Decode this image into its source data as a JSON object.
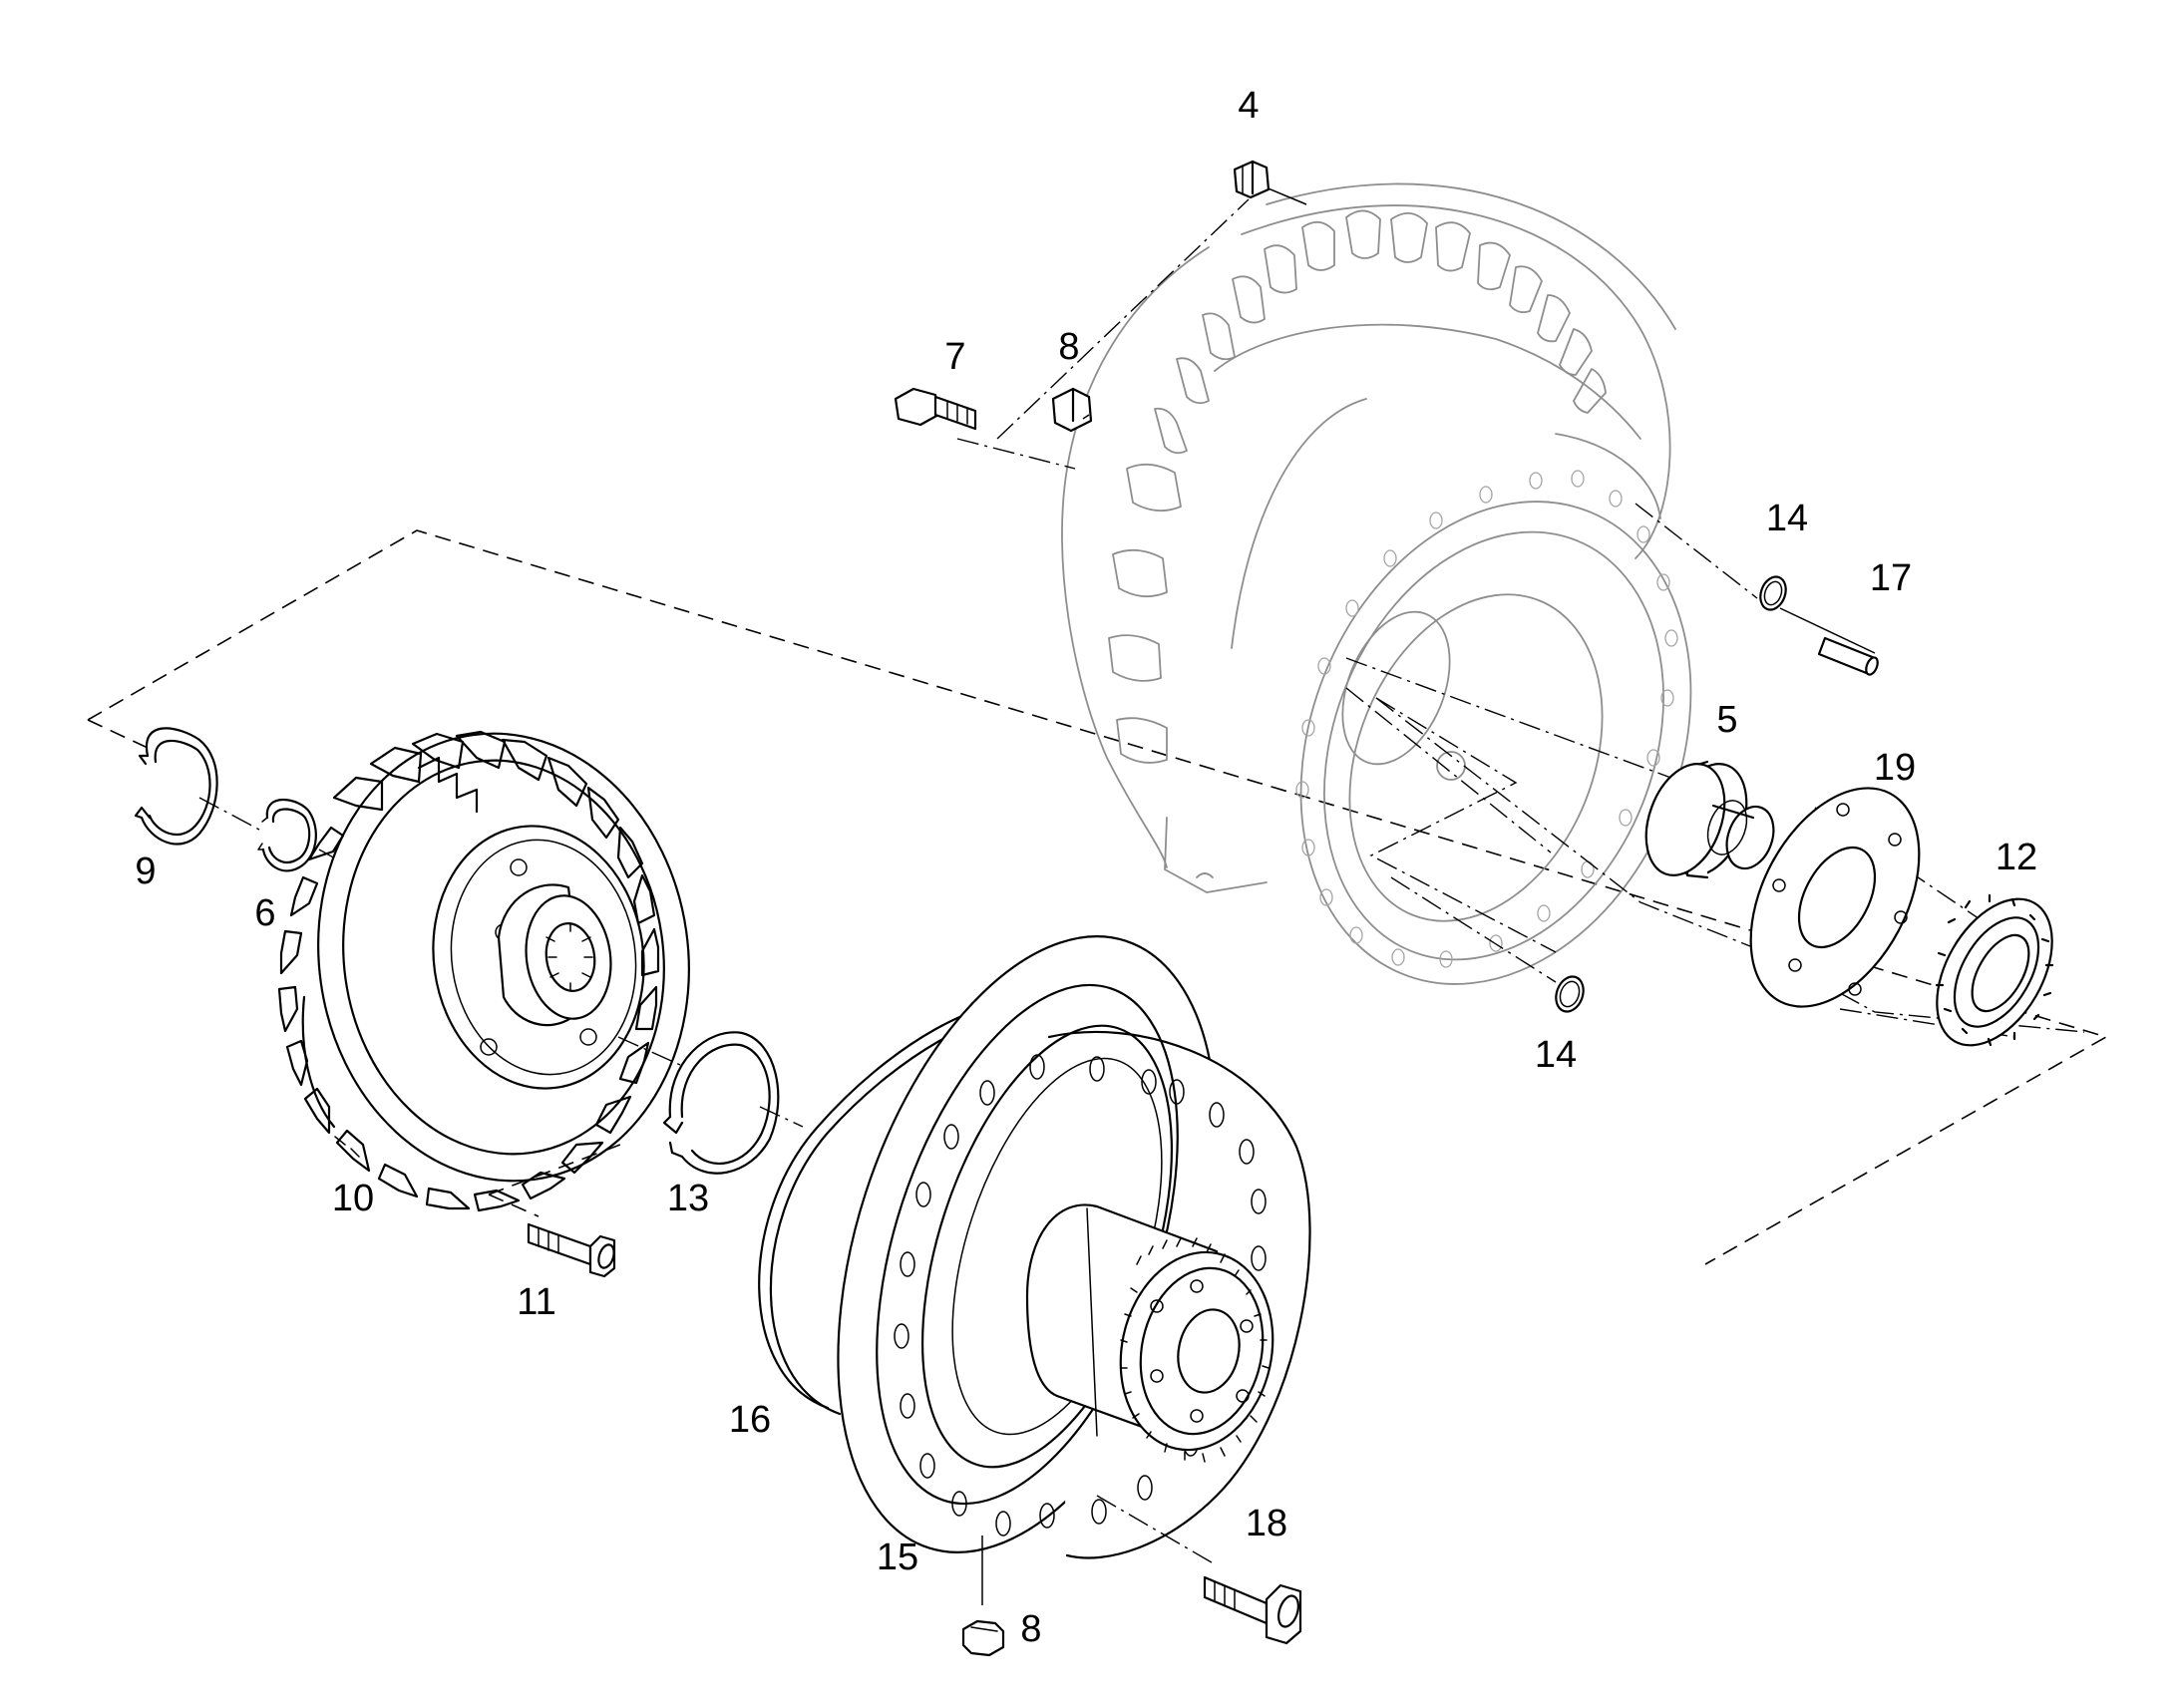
{
  "diagram": {
    "callouts": [
      {
        "id": "p4",
        "text": "4"
      },
      {
        "id": "p7",
        "text": "7"
      },
      {
        "id": "p8a",
        "text": "8"
      },
      {
        "id": "p14a",
        "text": "14"
      },
      {
        "id": "p17",
        "text": "17"
      },
      {
        "id": "p5",
        "text": "5"
      },
      {
        "id": "p19",
        "text": "19"
      },
      {
        "id": "p12",
        "text": "12"
      },
      {
        "id": "p14b",
        "text": "14"
      },
      {
        "id": "p9",
        "text": "9"
      },
      {
        "id": "p6",
        "text": "6"
      },
      {
        "id": "p10",
        "text": "10"
      },
      {
        "id": "p13",
        "text": "13"
      },
      {
        "id": "p11",
        "text": "11"
      },
      {
        "id": "p16",
        "text": "16"
      },
      {
        "id": "p15",
        "text": "15"
      },
      {
        "id": "p18",
        "text": "18"
      },
      {
        "id": "p8b",
        "text": "8"
      }
    ],
    "colors": {
      "ink": "#000000",
      "housing": "#8e8e8e",
      "background": "#ffffff"
    }
  }
}
